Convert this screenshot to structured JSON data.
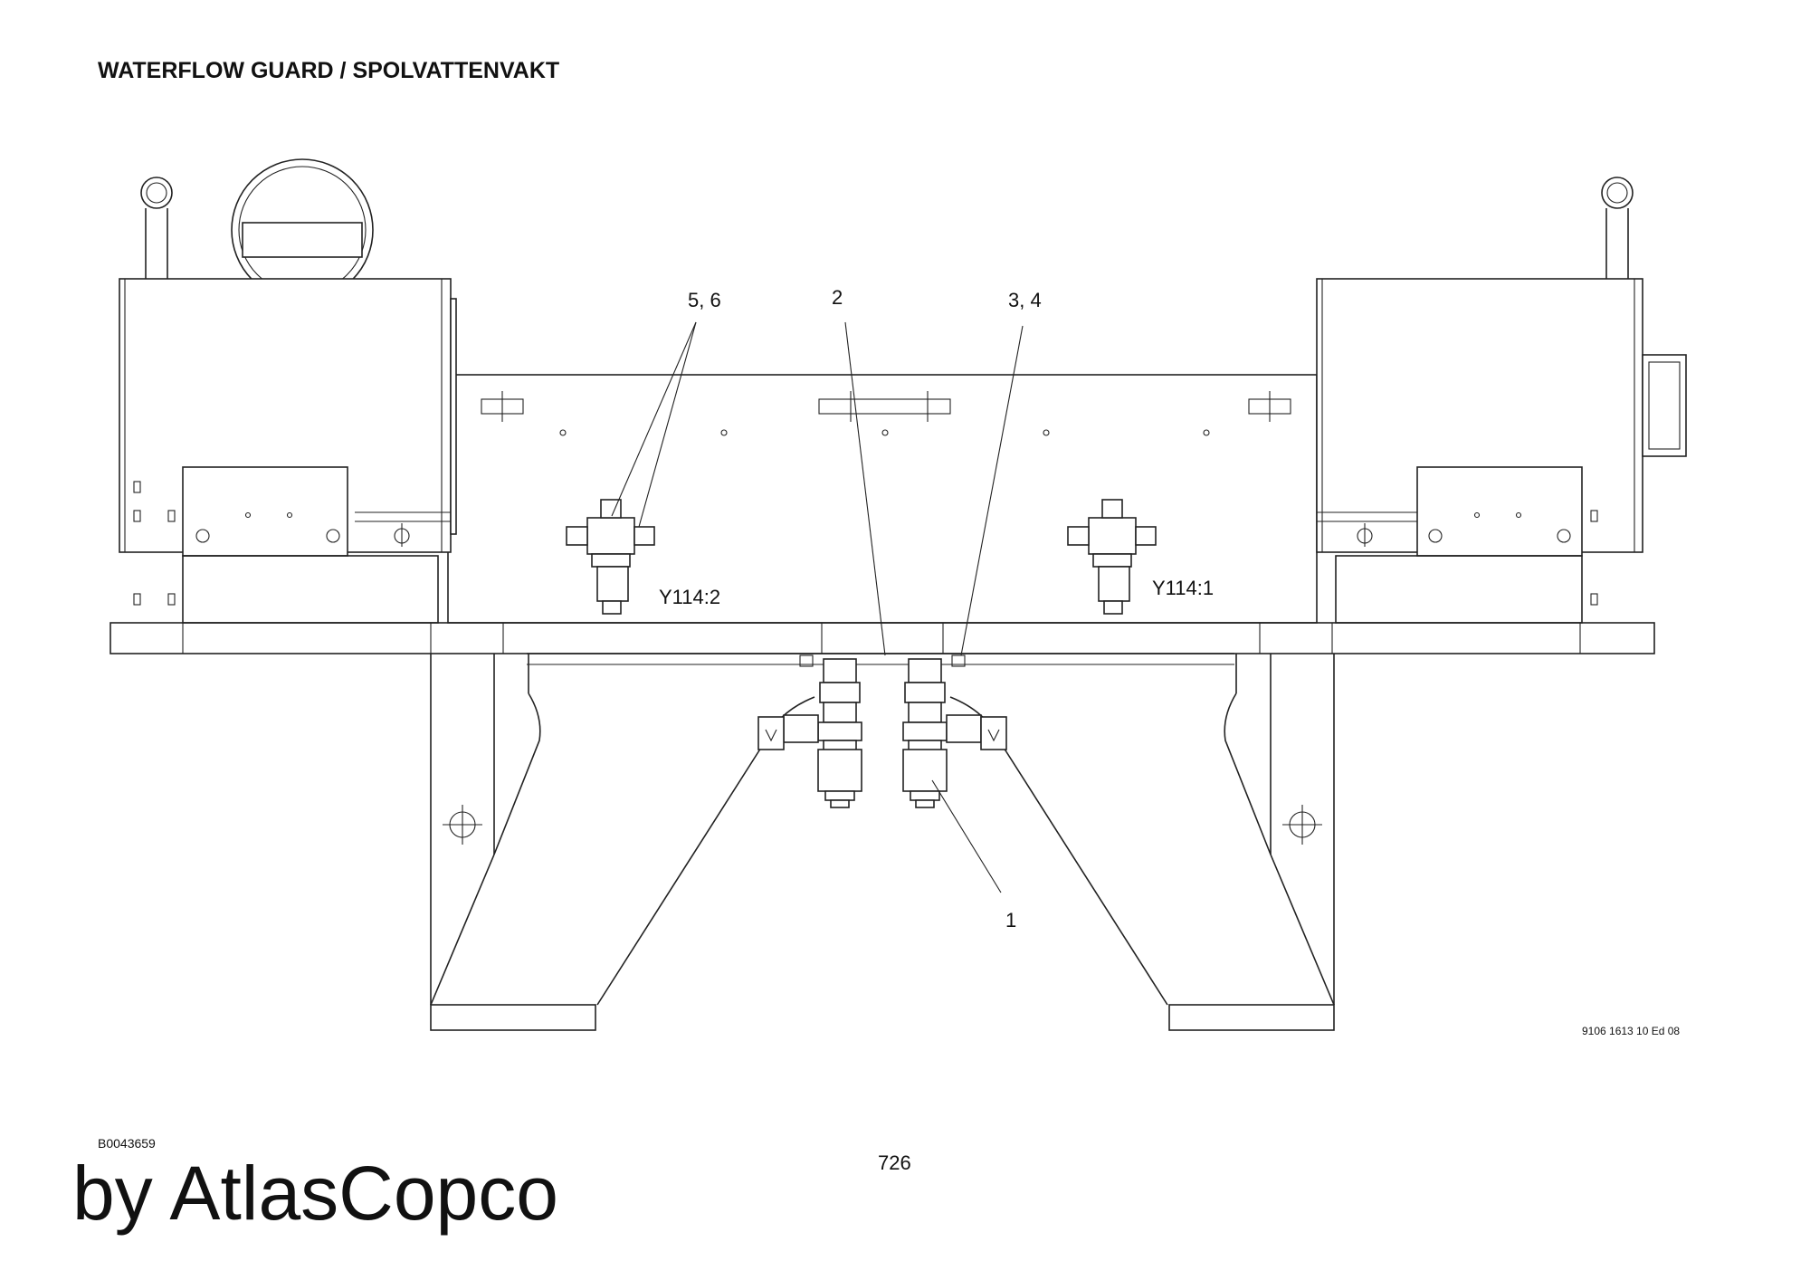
{
  "page": {
    "title": "WATERFLOW GUARD / SPOLVATTENVAKT",
    "reference_code": "B0043659",
    "brand": "by AtlasCopco",
    "page_number": "726",
    "drawing_number": "9106 1613 10  Ed 08"
  },
  "callouts": {
    "item_5_6": "5, 6",
    "item_2": "2",
    "item_3_4": "3, 4",
    "item_1": "1"
  },
  "component_labels": {
    "valve_left": "Y114:2",
    "valve_right": "Y114:1"
  }
}
